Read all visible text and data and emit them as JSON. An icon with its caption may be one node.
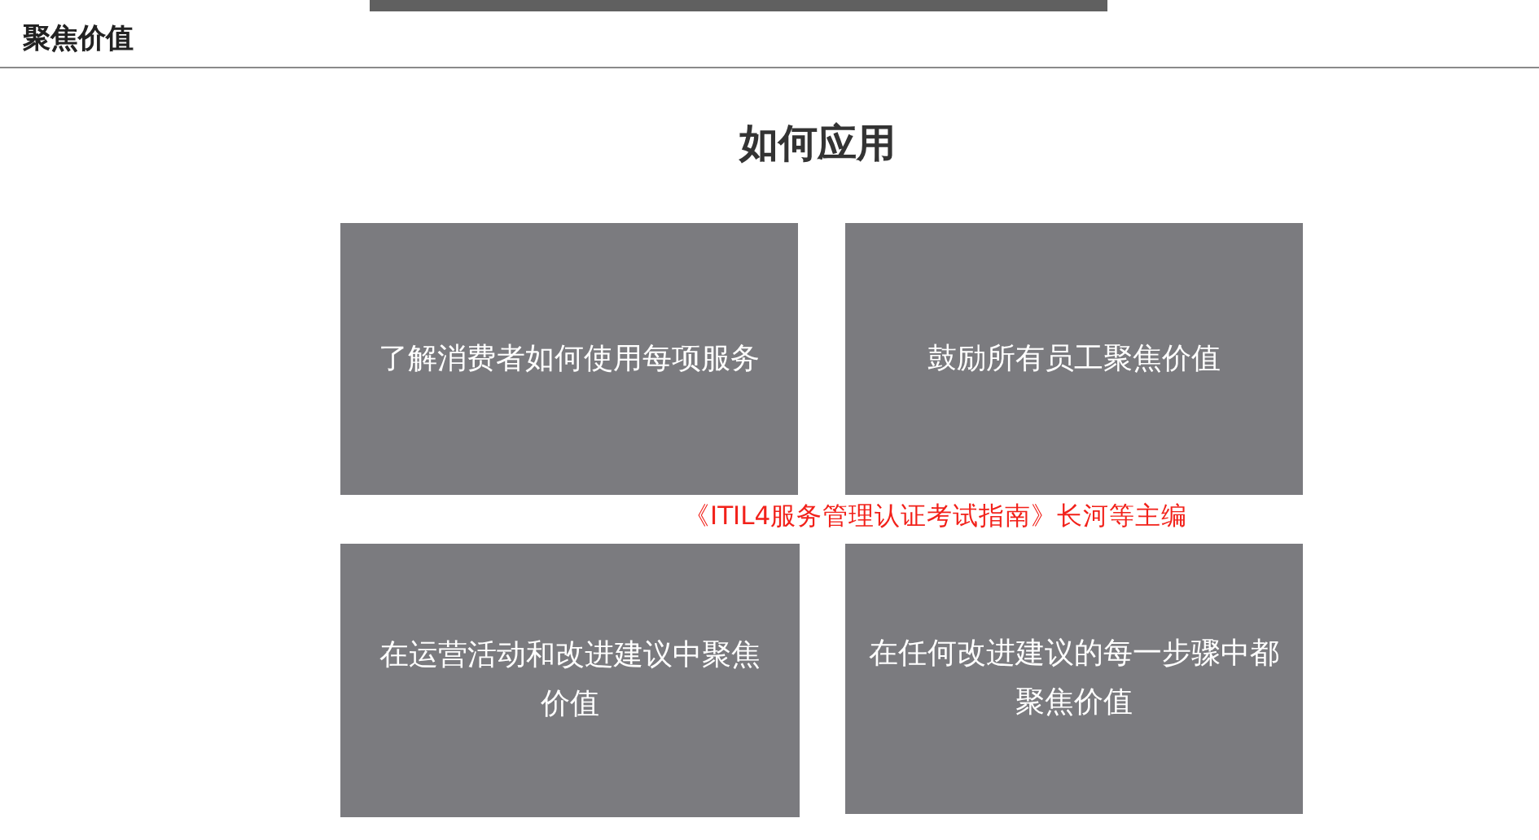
{
  "diagram": {
    "title": "聚焦价值",
    "nodes": [
      {
        "text": [
          "了解消费者如何使用每项服务"
        ]
      },
      {
        "text": [
          "鼓励所有员工聚焦价值"
        ]
      },
      {
        "text": [
          "在运营活动和改进建议中聚焦价值"
        ]
      },
      {
        "text": [
          "在任何改进建议的每一步骤中都聚焦价值"
        ]
      }
    ],
    "labels": [
      "如何应用",
      "《ITIL4服务管理认证考试指南》长河等主编"
    ]
  }
}
